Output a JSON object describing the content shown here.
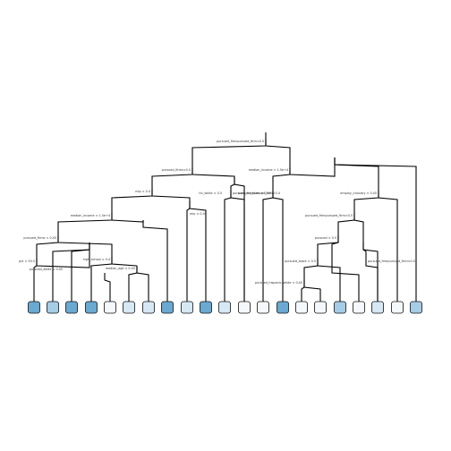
{
  "tree": {
    "colors": {
      "edge": "#000000",
      "leaf_dark": "#6aa9d1",
      "leaf_mid": "#a6cde6",
      "leaf_light": "#d6e8f4",
      "leaf_white": "#f4f8fb"
    },
    "splits": [
      {
        "id": "s1",
        "label": "pursued_firmpursued_firm<0.5"
      },
      {
        "id": "s2",
        "label": "pursued_firms<0.5"
      },
      {
        "id": "s3",
        "label": ""
      },
      {
        "id": "s4",
        "label": "mip < 0.4"
      },
      {
        "id": "s5",
        "label": ""
      },
      {
        "id": "s6",
        "label": "pursued_firmpursued_firm<0.4"
      },
      {
        "id": "s7",
        "label": "median_income < 1.5e+4"
      },
      {
        "id": "s8",
        "label": ""
      },
      {
        "id": "s9",
        "label": "mip < 0.45"
      },
      {
        "id": "s10",
        "label": "pursued_firms < 0.45"
      },
      {
        "id": "s11",
        "label": ""
      },
      {
        "id": "s12",
        "label": "pct < 50.5"
      },
      {
        "id": "s13",
        "label": "pursued_allele < 0.45"
      },
      {
        "id": "s14",
        "label": "high_school < 0.4"
      },
      {
        "id": "s15",
        "label": ""
      },
      {
        "id": "s16",
        "label": "median_age < 0.45"
      },
      {
        "id": "s17",
        "label": "median_income < 1.5e+4"
      },
      {
        "id": "s18",
        "label": ""
      },
      {
        "id": "s19",
        "label": "pursued_allele < 0.45"
      },
      {
        "id": "s20",
        "label": ""
      },
      {
        "id": "s21",
        "label": "hh_white < 0.5"
      },
      {
        "id": "s22",
        "label": "employ_industry < 0.45"
      },
      {
        "id": "s23",
        "label": "pursued_firmpursued_firm<0.5"
      },
      {
        "id": "s24",
        "label": "pursued < 0.5"
      },
      {
        "id": "s25",
        "label": "pursued_black < 0.5"
      },
      {
        "id": "s26",
        "label": ""
      },
      {
        "id": "s27",
        "label": "pursued_hispanic_white < 0.45"
      },
      {
        "id": "s28",
        "label": ""
      },
      {
        "id": "s29",
        "label": "pursued_firmpursued_firm<0.5"
      }
    ],
    "leaves": [
      {
        "id": "L1",
        "label": "",
        "shade": "dark"
      },
      {
        "id": "L2",
        "label": "",
        "shade": "mid"
      },
      {
        "id": "L3",
        "label": "",
        "shade": "dark"
      },
      {
        "id": "L4",
        "label": "",
        "shade": "dark"
      },
      {
        "id": "L5",
        "label": "",
        "shade": "white"
      },
      {
        "id": "L6",
        "label": "",
        "shade": "light"
      },
      {
        "id": "L7",
        "label": "",
        "shade": "light"
      },
      {
        "id": "L8",
        "label": "",
        "shade": "dark"
      },
      {
        "id": "L9",
        "label": "",
        "shade": "light"
      },
      {
        "id": "L10",
        "label": "",
        "shade": "dark"
      },
      {
        "id": "L11",
        "label": "",
        "shade": "light"
      },
      {
        "id": "L12",
        "label": "",
        "shade": "white"
      },
      {
        "id": "L13",
        "label": "",
        "shade": "white"
      },
      {
        "id": "L14",
        "label": "",
        "shade": "dark"
      },
      {
        "id": "L15",
        "label": "",
        "shade": "white"
      },
      {
        "id": "L16",
        "label": "",
        "shade": "white"
      },
      {
        "id": "L17",
        "label": "",
        "shade": "mid"
      },
      {
        "id": "L18",
        "label": "",
        "shade": "white"
      },
      {
        "id": "L19",
        "label": "",
        "shade": "light"
      },
      {
        "id": "L20",
        "label": "",
        "shade": "white"
      },
      {
        "id": "L21",
        "label": "",
        "shade": "mid"
      },
      {
        "id": "L22",
        "label": "",
        "shade": "light"
      }
    ]
  }
}
